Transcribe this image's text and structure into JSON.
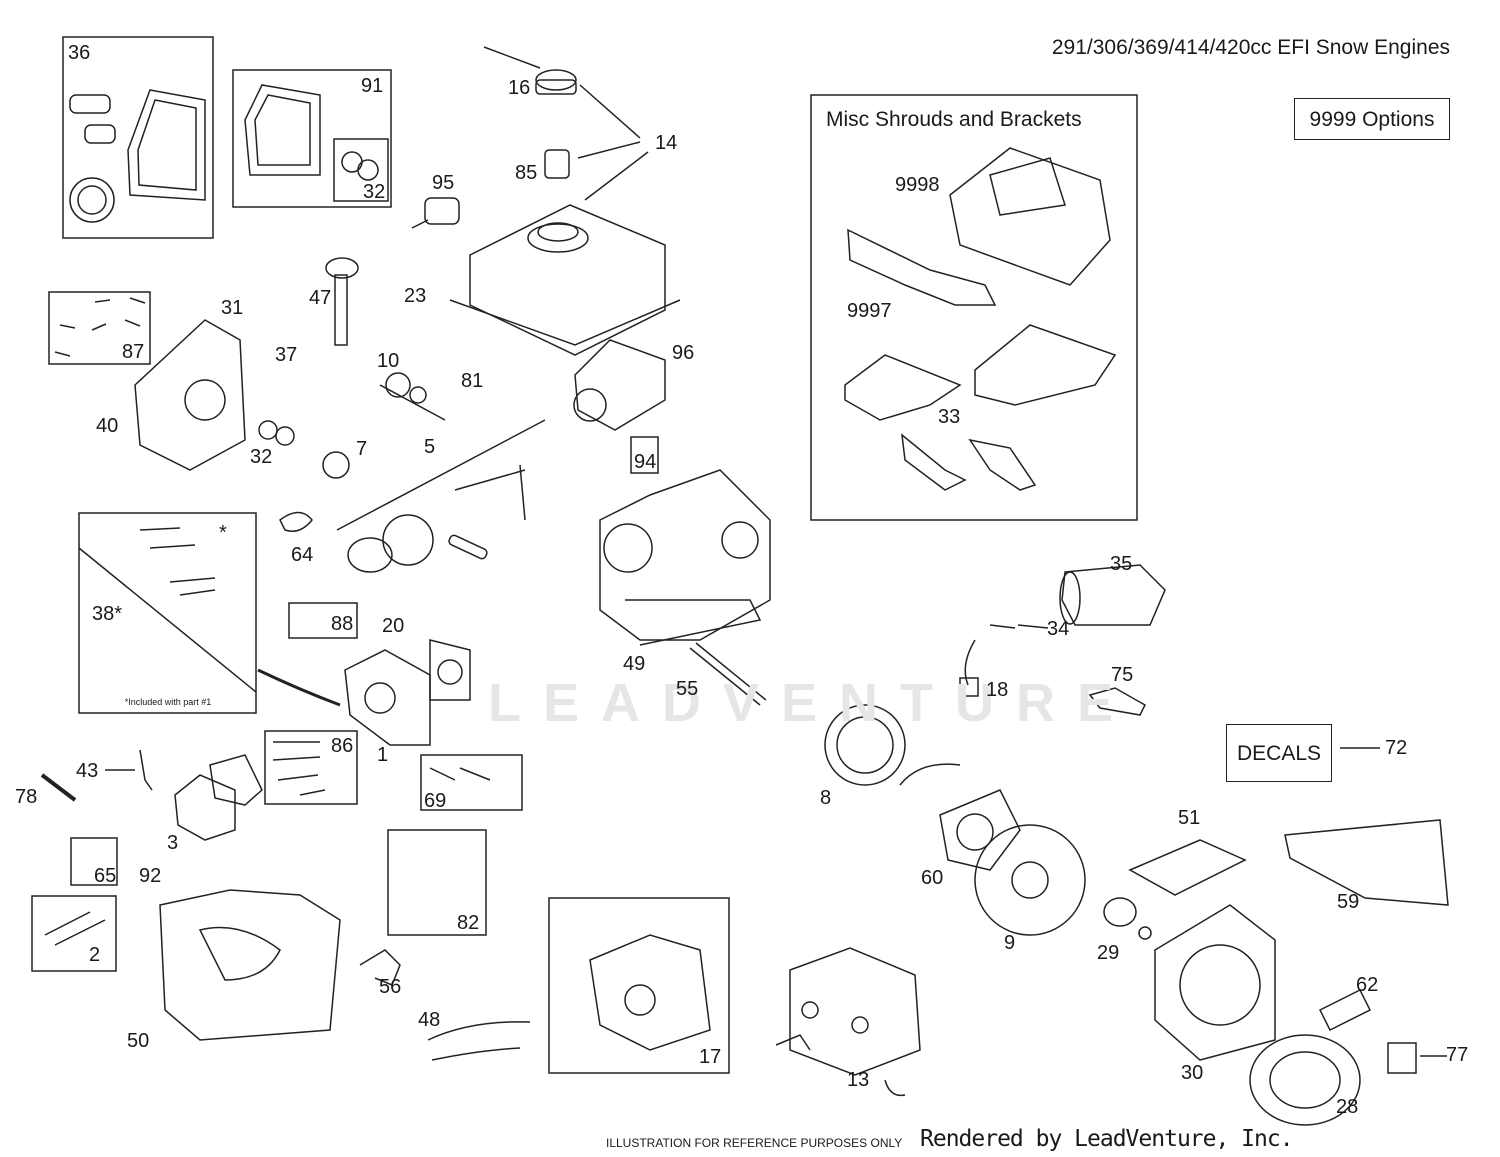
{
  "title": "291/306/369/414/420cc EFI Snow Engines",
  "misc_box_title": "Misc Shrouds and Brackets",
  "options_label": "9999  Options",
  "decals_label": "DECALS",
  "included_note": "*Included with part #1",
  "asterisk": "*",
  "watermark": "LEADVENTURE",
  "footer": {
    "disclaimer": "ILLUSTRATION FOR REFERENCE PURPOSES ONLY",
    "rendered_by": "Rendered by LeadVenture, Inc."
  },
  "callouts": [
    "36",
    "91",
    "32",
    "16",
    "85",
    "14",
    "95",
    "23",
    "47",
    "31",
    "87",
    "37",
    "10",
    "81",
    "96",
    "40",
    "32",
    "7",
    "5",
    "94",
    "9998",
    "9997",
    "33",
    "64",
    "38*",
    "88",
    "20",
    "49",
    "55",
    "35",
    "34",
    "18",
    "75",
    "1",
    "86",
    "43",
    "78",
    "3",
    "69",
    "92",
    "65",
    "72",
    "8",
    "60",
    "51",
    "59",
    "9",
    "29",
    "82",
    "2",
    "50",
    "56",
    "48",
    "17",
    "13",
    "30",
    "62",
    "77",
    "28"
  ],
  "colors": {
    "line": "#222222",
    "watermark": "#e6e6e6",
    "background": "#ffffff"
  }
}
